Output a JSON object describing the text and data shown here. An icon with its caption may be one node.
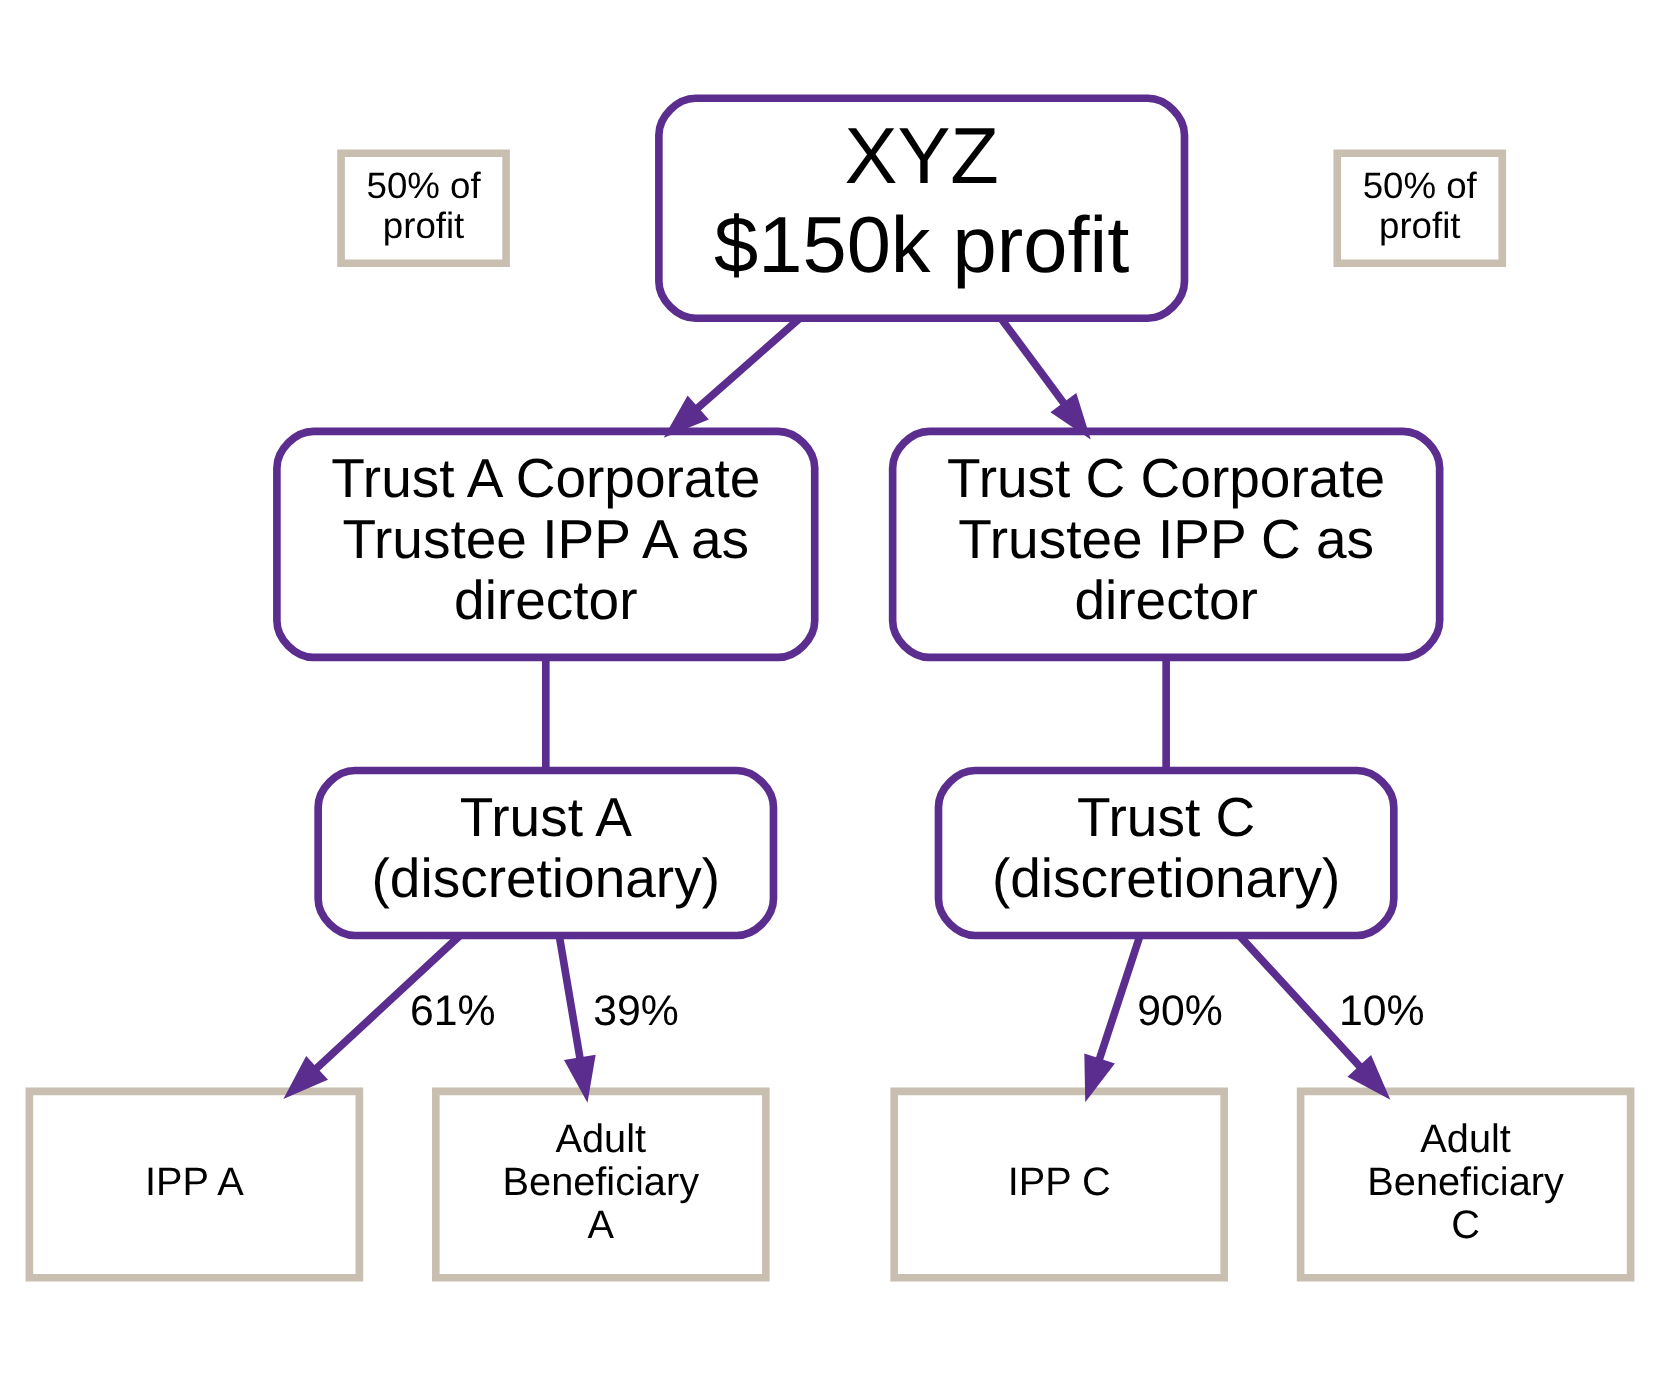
{
  "diagram": {
    "nodes": [
      {
        "text": [
          "XYZ",
          "$150k profit"
        ]
      },
      {
        "text": [
          "50% of profit"
        ]
      },
      {
        "text": [
          "50% of profit"
        ]
      },
      {
        "text": [
          "Trust A Corporate Trustee IPP A as director"
        ]
      },
      {
        "text": [
          "Trust C Corporate Trustee IPP C as director"
        ]
      },
      {
        "text": [
          "Trust A (discretionary)"
        ]
      },
      {
        "text": [
          "Trust C (discretionary)"
        ]
      },
      {
        "text": [
          "IPP A"
        ]
      },
      {
        "text": [
          "Adult Beneficiary A"
        ]
      },
      {
        "text": [
          "IPP C"
        ]
      },
      {
        "text": [
          "Adult Beneficiary C"
        ]
      }
    ],
    "edges": [
      {
        "from": 0,
        "to": 3,
        "arrow": "to"
      },
      {
        "from": 0,
        "to": 4,
        "arrow": "to"
      },
      {
        "from": 3,
        "to": 5,
        "arrow": "none"
      },
      {
        "from": 4,
        "to": 6,
        "arrow": "none"
      },
      {
        "from": 5,
        "to": 7,
        "arrow": "to",
        "label": "61%"
      },
      {
        "from": 5,
        "to": 8,
        "arrow": "to",
        "label": "39%"
      },
      {
        "from": 6,
        "to": 9,
        "arrow": "to",
        "label": "90%"
      },
      {
        "from": 6,
        "to": 10,
        "arrow": "to",
        "label": "10%"
      }
    ]
  }
}
